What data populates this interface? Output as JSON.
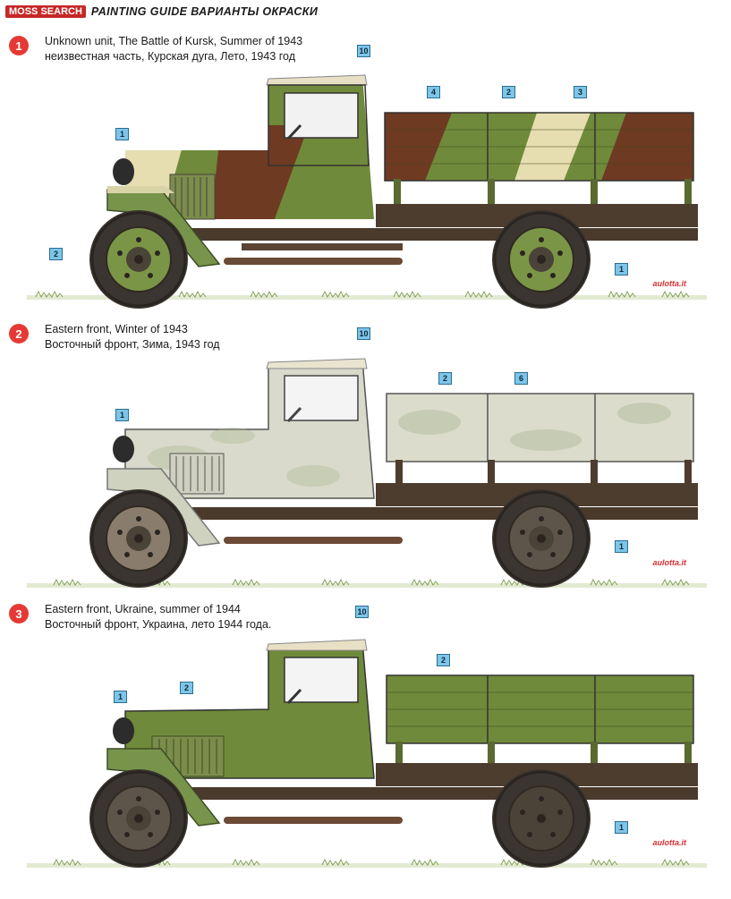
{
  "header": {
    "watermark": "MOSS SEARCH",
    "title": "PAINTING GUIDE  ВАРИАНТЫ ОКРАСКИ"
  },
  "schemes": [
    {
      "number": "1",
      "caption_en": "Unknown unit, The Battle of Kursk, Summer of 1943",
      "caption_ru": "неизвестная часть, Курская дуга, Лето, 1943 год",
      "markers": [
        {
          "label": "1"
        },
        {
          "label": "2"
        },
        {
          "label": "10"
        },
        {
          "label": "4"
        },
        {
          "label": "2"
        },
        {
          "label": "3"
        },
        {
          "label": "1"
        }
      ],
      "logo": "aulotta.it"
    },
    {
      "number": "2",
      "caption_en": "Eastern front, Winter of 1943",
      "caption_ru": "Восточный фронт, Зима, 1943 год",
      "markers": [
        {
          "label": "1"
        },
        {
          "label": "10"
        },
        {
          "label": "2"
        },
        {
          "label": "6"
        },
        {
          "label": "1"
        }
      ],
      "logo": "aulotta.it"
    },
    {
      "number": "3",
      "caption_en": "Eastern front, Ukraine, summer of 1944",
      "caption_ru": "Восточный фронт, Украина, лето 1944 года.",
      "markers": [
        {
          "label": "1"
        },
        {
          "label": "2"
        },
        {
          "label": "10"
        },
        {
          "label": "2"
        },
        {
          "label": "1"
        }
      ],
      "logo": "aulotta.it"
    }
  ],
  "colors": {
    "green": "#6f8a3a",
    "brown": "#6e3a22",
    "sand": "#e6ddb0",
    "winter": "#dcdccc",
    "chassis": "#4a3a2c",
    "tire": "#3a3530",
    "canvas": "#e8e0c4",
    "marker": "#7ec5e8",
    "badge": "#e53935"
  }
}
